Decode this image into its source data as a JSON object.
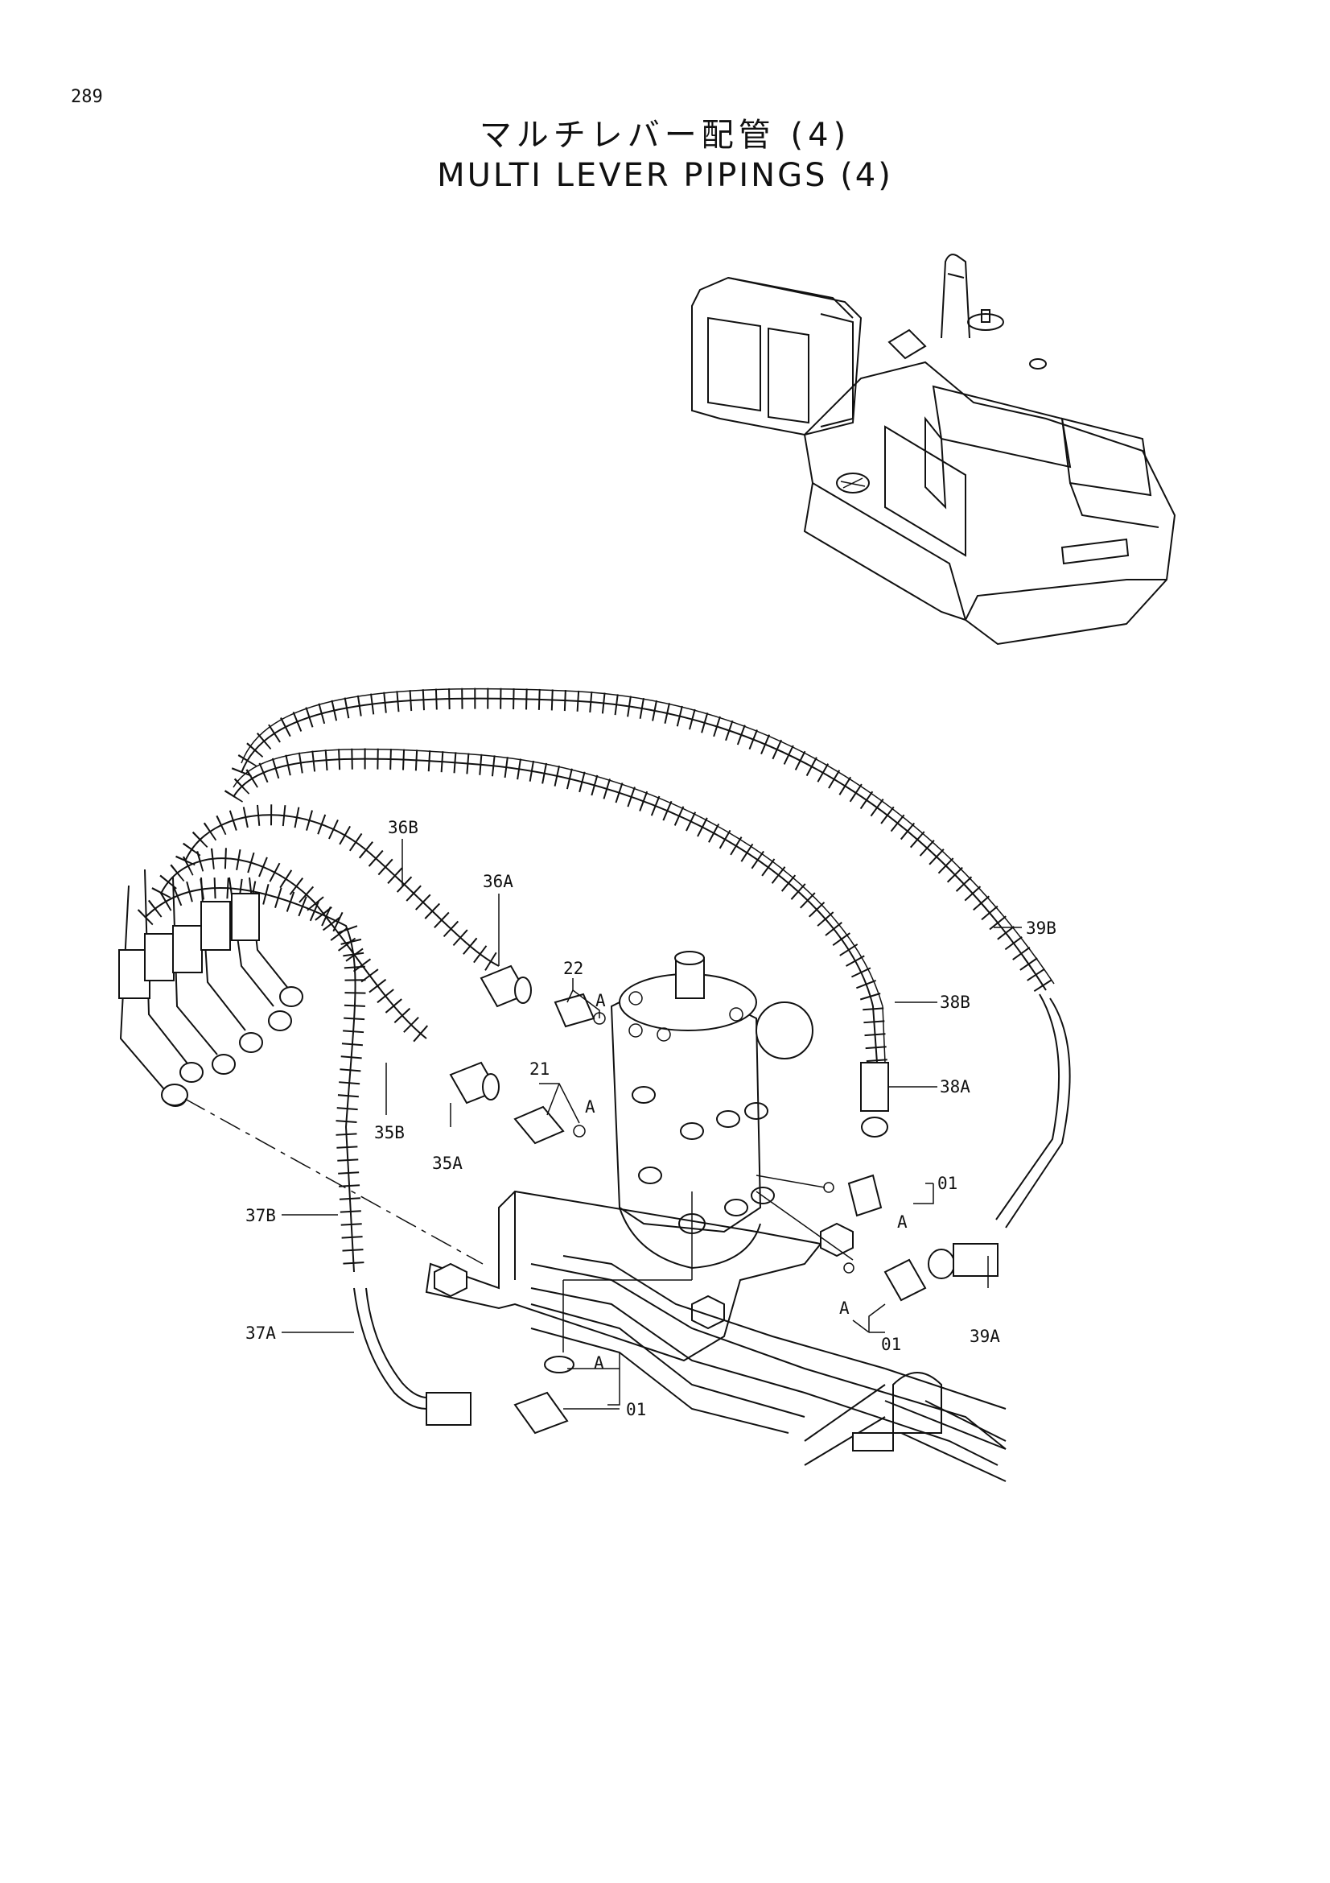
{
  "header": {
    "page_number": "289",
    "title_jp": "マルチレバー配管 (4)",
    "title_en": "MULTI LEVER PIPINGS (4)"
  },
  "callouts": {
    "c36B": "36B",
    "c36A": "36A",
    "c22": "22",
    "c21": "21",
    "c35B": "35B",
    "c35A": "35A",
    "c38B": "38B",
    "c38A": "38A",
    "c39B": "39B",
    "c39A": "39A",
    "c37B": "37B",
    "c37A": "37A",
    "c01a": "01",
    "c01b": "01",
    "c01c": "01",
    "A1": "A",
    "A2": "A",
    "A3": "A",
    "A4": "A",
    "A5": "A"
  }
}
